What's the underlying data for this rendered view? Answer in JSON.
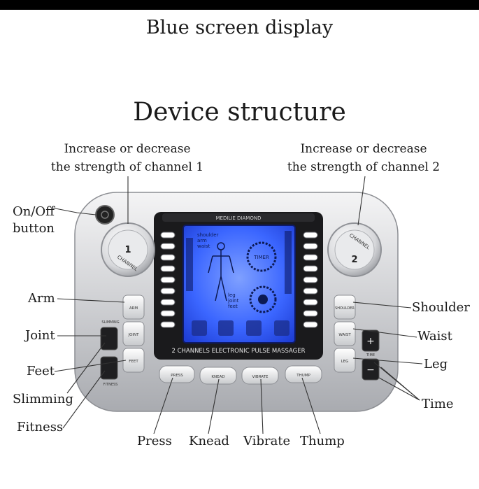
{
  "page": {
    "title": "Blue screen display",
    "subtitle": "Device structure"
  },
  "callouts": {
    "channel1_line1": "Increase or decrease",
    "channel1_line2": "the strength of channel 1",
    "channel2_line1": "Increase or decrease",
    "channel2_line2": "the strength of channel 2",
    "onoff_line1": "On/Off",
    "onoff_line2": "button",
    "arm": "Arm",
    "joint": "Joint",
    "feet": "Feet",
    "slimming": "Slimming",
    "fitness": "Fitness",
    "press": "Press",
    "knead": "Knead",
    "vibrate": "Vibrate",
    "thump": "Thump",
    "shoulder": "Shoulder",
    "waist": "Waist",
    "leg": "Leg",
    "time": "Time"
  },
  "device": {
    "brand": "MEDILIE DIAMOND",
    "banner": "2 CHANNELS ELECTRONIC PULSE MASSAGER",
    "dial1_number": "1",
    "dial1_text": "CHANNEL",
    "dial2_number": "2",
    "dial2_text": "CHANNEL",
    "buttons": {
      "arm": "ARM",
      "joint": "JOINT",
      "feet": "FEET",
      "slimming": "SLIMMING",
      "fitness": "FITNESS",
      "shoulder": "SHOULDER",
      "waist": "WAIST",
      "leg": "LEG",
      "time": "TIME",
      "plus": "+",
      "minus": "−",
      "press": "PRESS",
      "knead": "KNEAD",
      "vibrate": "VIBRATE",
      "thump": "THUMP"
    },
    "screen": {
      "menu1": "shoulder",
      "menu2": "arm",
      "menu3": "waist",
      "menu4": "leg",
      "menu5": "joint",
      "menu6": "feet",
      "timer": "TIMER"
    }
  },
  "colors": {
    "screen_blue": "#2f5bff",
    "body_silver": "#d9dadc",
    "panel_dark": "#1a1a1c"
  }
}
